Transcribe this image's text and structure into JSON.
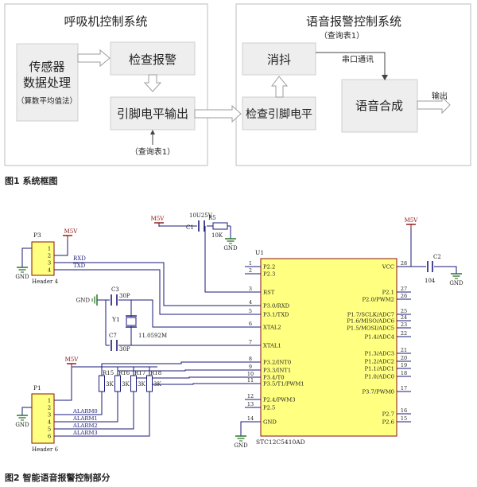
{
  "figure1": {
    "caption": "图1 系统框图",
    "left_group": {
      "title": "呼吸机控制系统",
      "sensor_line1": "传感器",
      "sensor_line2": "数据处理",
      "sensor_note": "（算数平均值法）",
      "check_alarm": "检查报警",
      "pin_output": "引脚电平输出",
      "query_note": "（查询表1）"
    },
    "right_group": {
      "title": "语音报警控制系统",
      "query_note": "（查询表1）",
      "debounce": "消抖",
      "check_pin": "检查引脚电平",
      "serial": "串口通讯",
      "voice": "语音合成",
      "output": "输出"
    }
  },
  "figure2": {
    "caption": "图2 智能语音报警控制部分",
    "chip": {
      "ref": "U1",
      "part": "STC12C5410AD",
      "left_pins": [
        {
          "num": "1",
          "name": "P2.2"
        },
        {
          "num": "2",
          "name": "P2.3"
        },
        {
          "num": "3",
          "name": "RST"
        },
        {
          "num": "4",
          "name": "P3.0/RXD"
        },
        {
          "num": "5",
          "name": "P3.1/TXD"
        },
        {
          "num": "6",
          "name": "XTAL2"
        },
        {
          "num": "7",
          "name": "XTAL1"
        },
        {
          "num": "8",
          "name": "P3.2/INT0"
        },
        {
          "num": "9",
          "name": "P3.3/INT1"
        },
        {
          "num": "10",
          "name": "P3.4/T0"
        },
        {
          "num": "11",
          "name": "P3.5/T1/PWM1"
        },
        {
          "num": "12",
          "name": "P2.4/PWM3"
        },
        {
          "num": "13",
          "name": "P2.5"
        },
        {
          "num": "14",
          "name": "GND"
        }
      ],
      "right_pins": [
        {
          "num": "28",
          "name": "VCC"
        },
        {
          "num": "27",
          "name": "P2.1"
        },
        {
          "num": "26",
          "name": "P2.0/PWM2"
        },
        {
          "num": "25",
          "name": "P1.7/SCLK/ADC7"
        },
        {
          "num": "24",
          "name": "P1.6/MISO/ADC6"
        },
        {
          "num": "23",
          "name": "P1.5/MOSI/ADC5"
        },
        {
          "num": "22",
          "name": "P1.4/ADC4"
        },
        {
          "num": "21",
          "name": "P1.3/ADC3"
        },
        {
          "num": "20",
          "name": "P1.2/ADC2"
        },
        {
          "num": "19",
          "name": "P1.1/ADC1"
        },
        {
          "num": "18",
          "name": "P1.0/ADC0"
        },
        {
          "num": "17",
          "name": "P3.7/PWM0"
        },
        {
          "num": "16",
          "name": "P2.7"
        },
        {
          "num": "15",
          "name": "P2.6"
        }
      ]
    },
    "p3": {
      "ref": "P3",
      "label": "Header 4",
      "pins": [
        "1",
        "2",
        "3",
        "4"
      ]
    },
    "p1": {
      "ref": "P1",
      "label": "Header 6",
      "pins": [
        "1",
        "2",
        "3",
        "4",
        "5",
        "6"
      ]
    },
    "nets": {
      "m5v": "M5V",
      "gnd": "GND",
      "rxd": "RXD",
      "txd": "TXD",
      "alarms": [
        "ALARM0",
        "ALARM1",
        "ALARM2",
        "ALARM3"
      ]
    },
    "parts": {
      "c1_ref": "C1",
      "c1_val": "10U25V",
      "r5_ref": "R5",
      "r5_val": "10K",
      "c2_ref": "C2",
      "c2_val": "104",
      "c3_ref": "C3",
      "c3_val": "30P",
      "c7_ref": "C7",
      "c7_val": "30P",
      "y1_ref": "Y1",
      "y1_val": "11.0592M",
      "resistors": [
        {
          "ref": "R15",
          "val": "3K"
        },
        {
          "ref": "R16",
          "val": "3K"
        },
        {
          "ref": "R17",
          "val": "3K"
        },
        {
          "ref": "R18",
          "val": "3K"
        }
      ]
    }
  }
}
